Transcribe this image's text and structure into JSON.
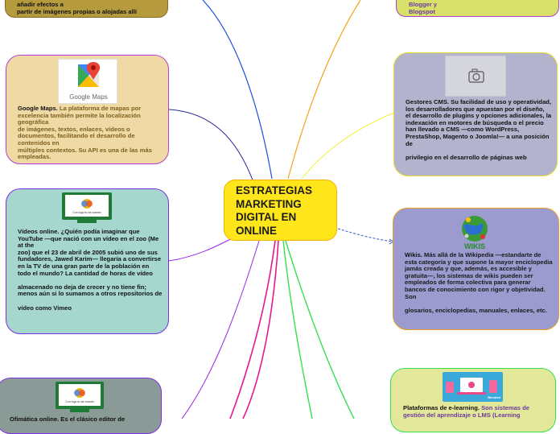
{
  "center": {
    "title": "ESTRATEGIAS MARKETING DIGITAL EN ONLINE"
  },
  "nodes": {
    "top_left": {
      "text": "añadir efectos a\npartir de imágenes propias o alojadas allí"
    },
    "google_maps": {
      "head": "Google Maps.",
      "body": " La plataforma de mapas por excelencia también permite la localización geográfica\nde imágenes, textos, enlaces, vídeos o documentos, facilitando el desarrollo de contenidos en\nmúltiples contextos. Su API es una de las más empleadas.",
      "image_label": "Google Maps"
    },
    "videos": {
      "head": "Vídeos online.",
      "body": " ¿Quién podía imaginar que YouTube —que nació con un vídeo en el zoo (Me at the\nzoo) que el 23 de abril de 2005 subió uno de sus fundadores, Jawed Karim— llegaría a convertirse\nen la TV de una gran parte de la población en todo el mundo? La cantidad de horas de vídeo\n\nalmacenado no deja de crecer y no tiene fin; menos aún si lo sumamos a otros repositorios de\n\nvídeo como Vimeo",
      "image_label": "Con tugo tu da cuando"
    },
    "ofimatica": {
      "head": "Ofimática online.",
      "body": " Es el clásico editor de",
      "image_label": "Con tugo tu da cuando"
    },
    "blogger": {
      "text": "Blogger y\nBlogspot"
    },
    "cms": {
      "head": "Gestores CMS.",
      "body": " Su facilidad de uso y operatividad, los desarrolladores que apuestan por el diseño,\nel desarrollo de plugins y opciones adicionales, la indexación en motores de búsqueda o el precio\nhan llevado a CMS —como WordPress, PrestaShop, Magento o Joomla!— a una posición de\n\nprivilegio en el desarrollo de páginas web"
    },
    "wikis": {
      "head": "Wikis.",
      "body": " Más allá de la Wikipedia —estandarte de esta categoría y que supone la mayor enciclopedia\njamás creada y que, además, es accesible y gratuita—, los sistemas de wikis pueden ser\nempleados de forma colectiva para generar bancos de conocimiento con rigor y objetividad. Son\n\nglosarios, enciclopedias, manuales, enlaces, etc.",
      "image_label": "WIKIS"
    },
    "elearning": {
      "head": "Plataformas de e-learning.",
      "body": " Son sistemas de gestión del aprendizaje o LMS (Learning",
      "image_label": "Blended"
    }
  },
  "colors": {
    "center_fill": "#ffe61a",
    "link_blue": "#1f4ee0",
    "link_navy": "#2a2a9c",
    "link_purple": "#9a27e8",
    "link_magenta": "#e6178f",
    "link_orange": "#f7a21b",
    "link_yellow": "#f5f03a",
    "link_green": "#35e04f",
    "link_dashed": "#3355cc"
  }
}
